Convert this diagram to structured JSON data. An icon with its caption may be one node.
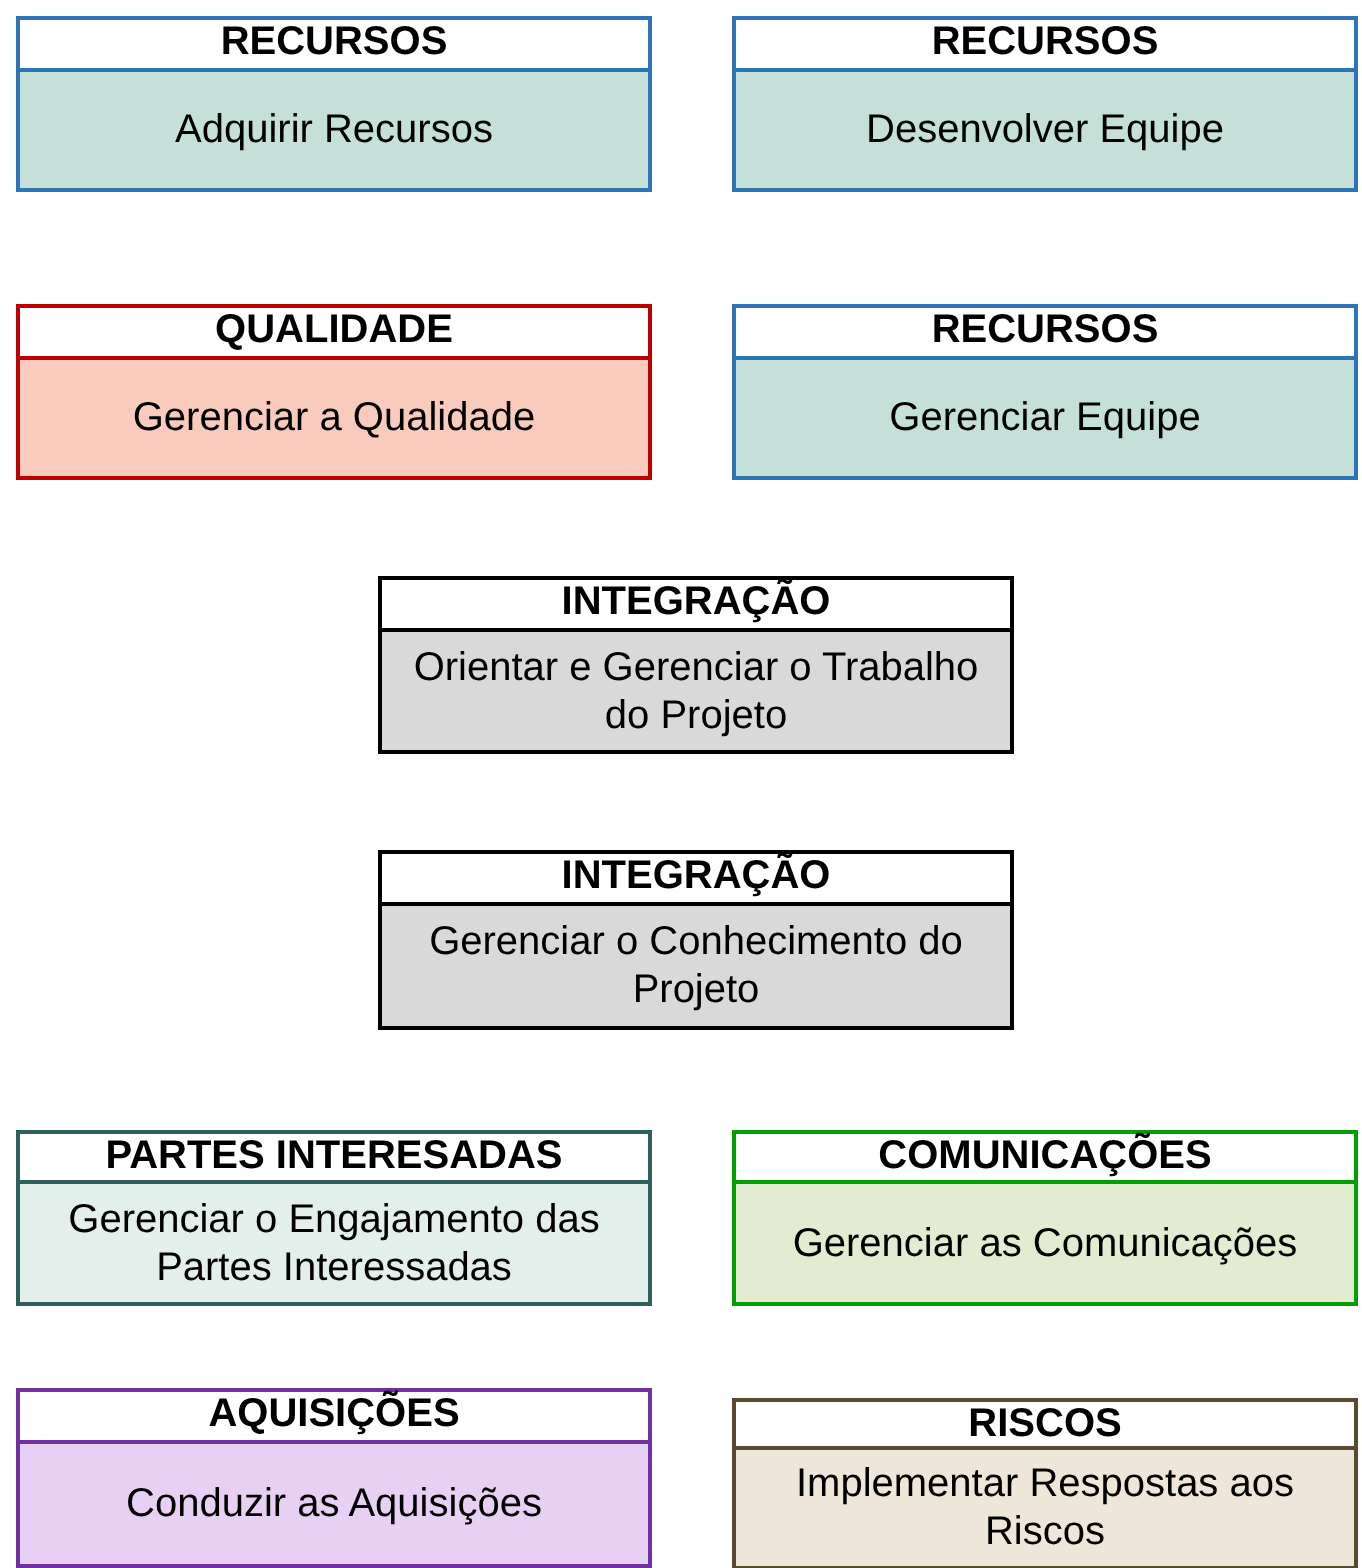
{
  "diagram": {
    "nodes": [
      {
        "text": [
          "RECURSOS",
          "Adquirir Recursos"
        ]
      },
      {
        "text": [
          "RECURSOS",
          "Desenvolver Equipe"
        ]
      },
      {
        "text": [
          "QUALIDADE",
          "Gerenciar a Qualidade"
        ]
      },
      {
        "text": [
          "RECURSOS",
          "Gerenciar Equipe"
        ]
      },
      {
        "text": [
          "INTEGRAÇÃO",
          "Orientar e Gerenciar o Trabalho do Projeto"
        ]
      },
      {
        "text": [
          "INTEGRAÇÃO",
          "Gerenciar o Conhecimento do Projeto"
        ]
      },
      {
        "text": [
          "PARTES INTERESADAS",
          "Gerenciar o Engajamento das Partes Interessadas"
        ]
      },
      {
        "text": [
          "COMUNICAÇÕES",
          "Gerenciar as Comunicações"
        ]
      },
      {
        "text": [
          "AQUISIÇÕES",
          "Conduzir as Aquisições"
        ]
      },
      {
        "text": [
          "RISCOS",
          "Implementar Respostas aos Riscos"
        ]
      }
    ]
  }
}
